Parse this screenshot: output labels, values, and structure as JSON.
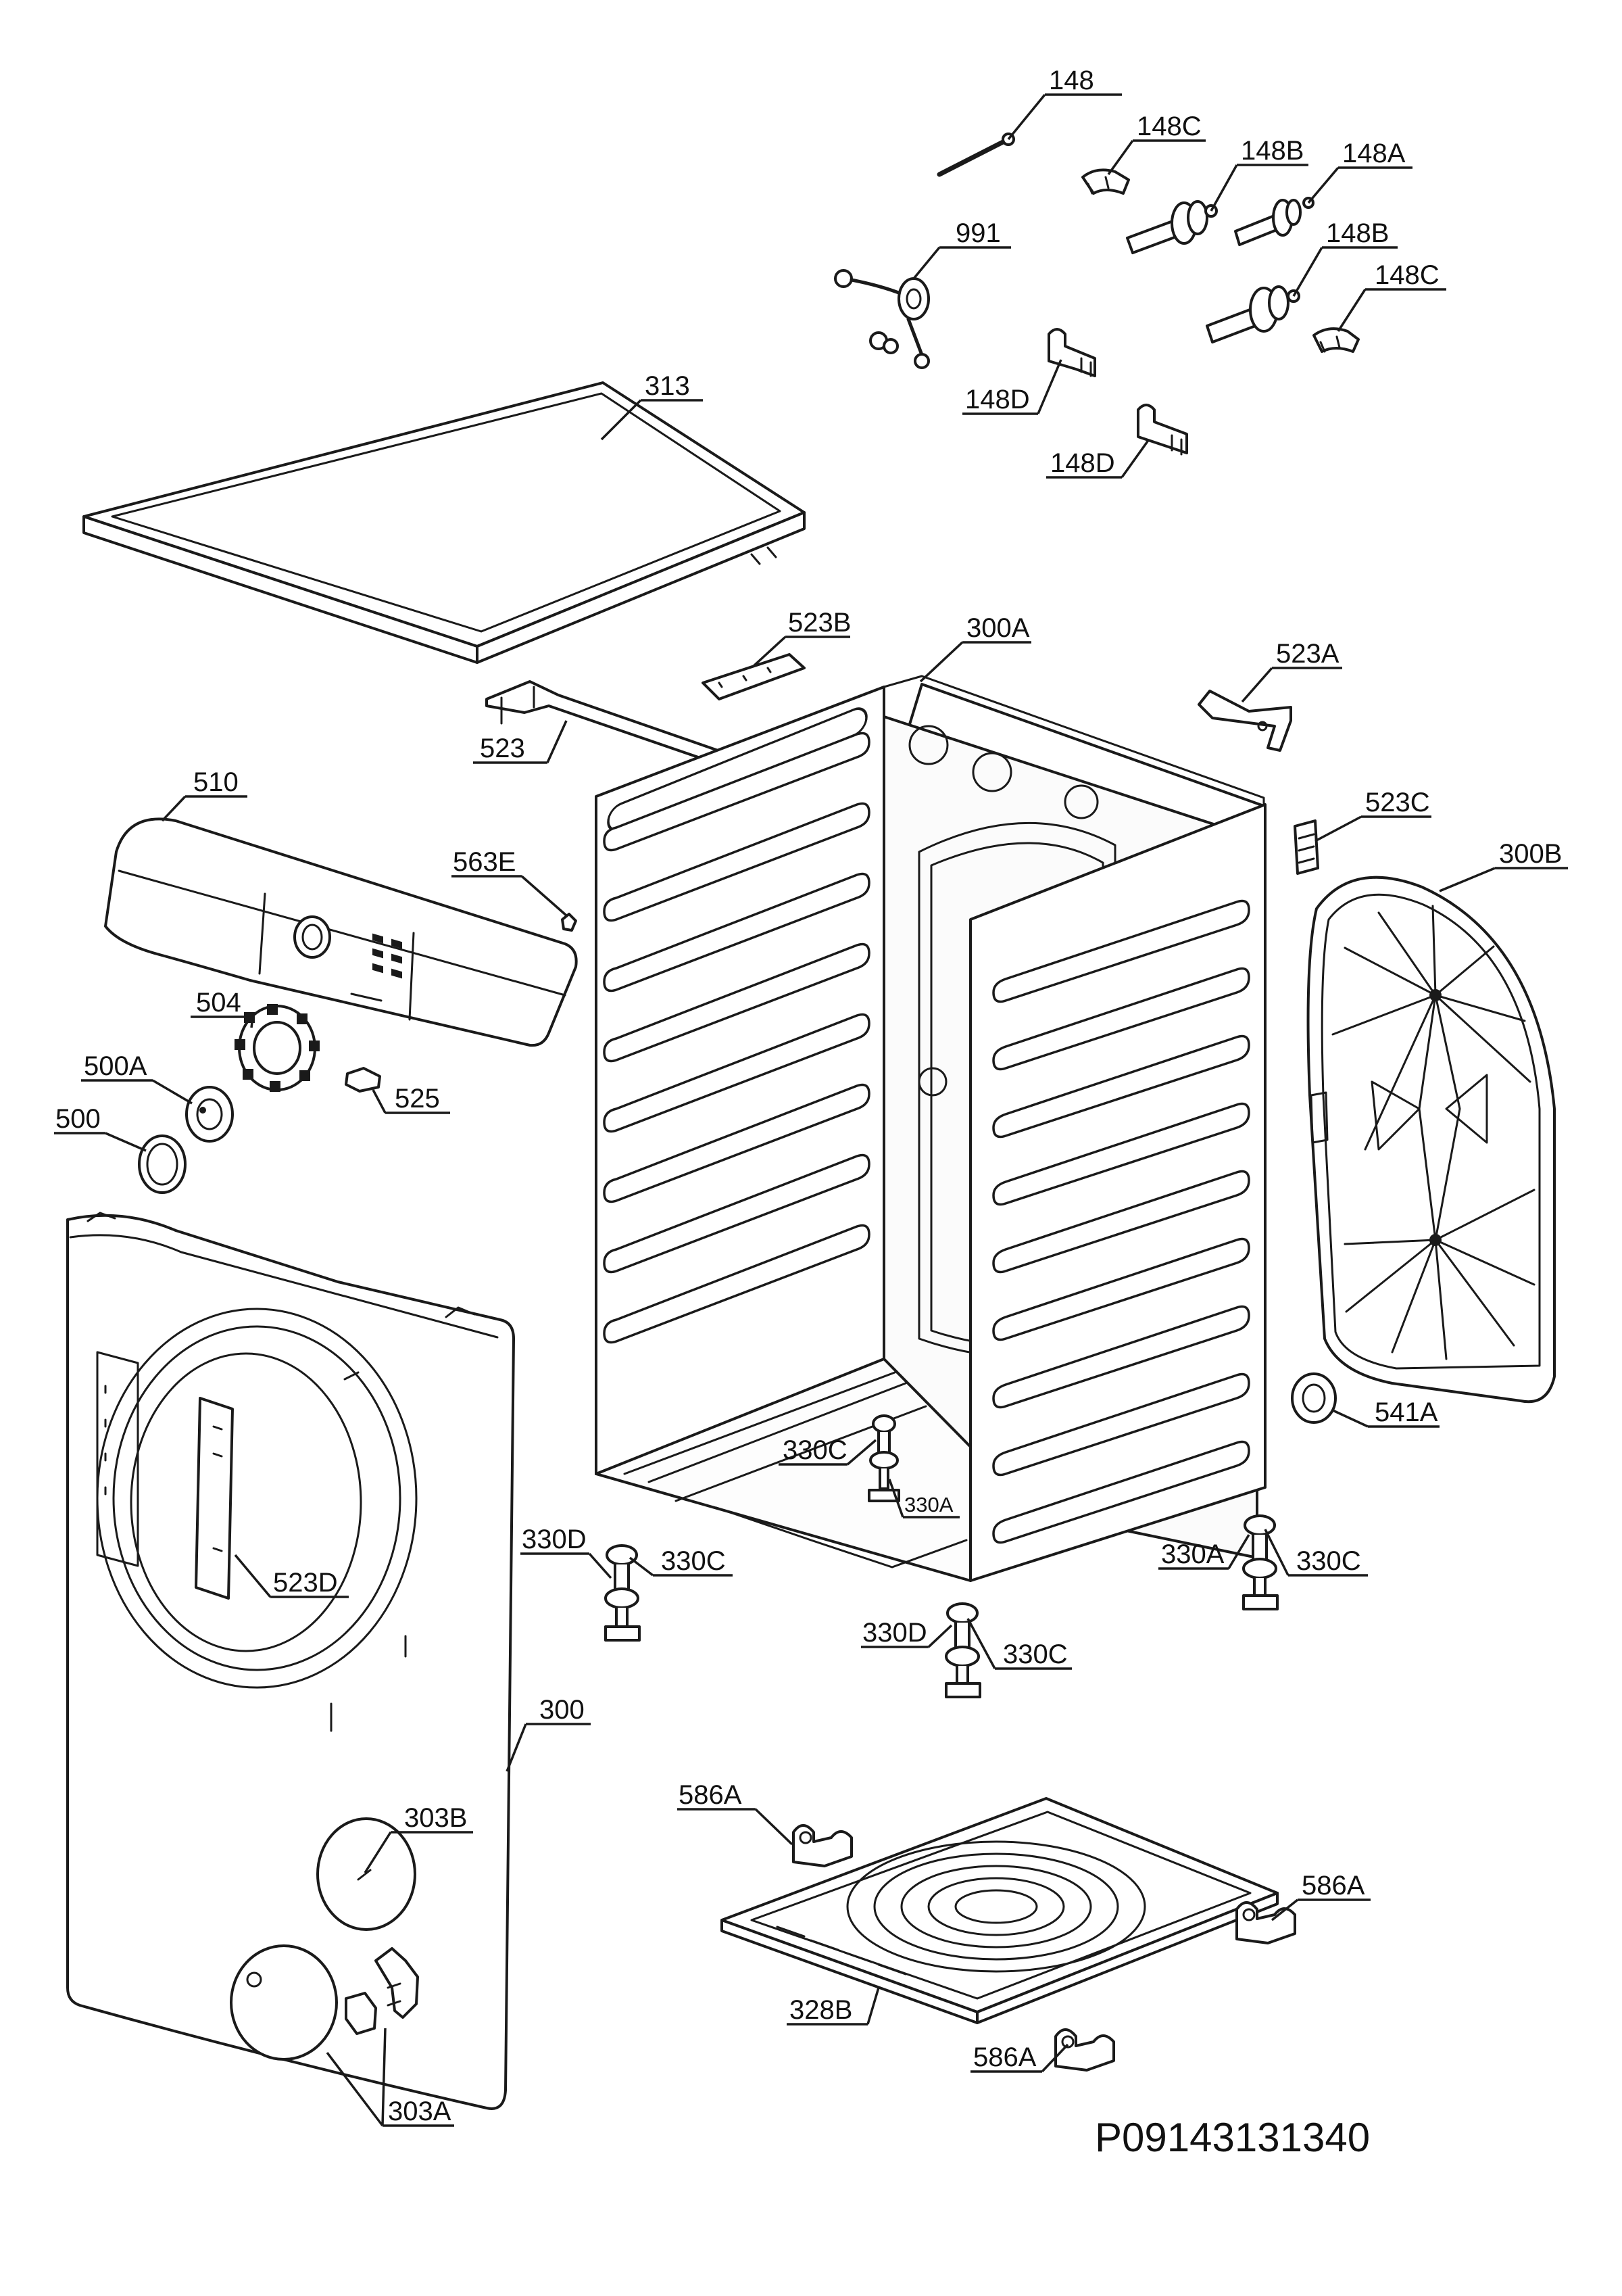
{
  "drawing_code": "P09143131340",
  "labels": {
    "l148": "148",
    "l148c_top": "148C",
    "l148b_top": "148B",
    "l148a": "148A",
    "l991": "991",
    "l148b_mid": "148B",
    "l148c_mid": "148C",
    "l148d_1": "148D",
    "l148d_2": "148D",
    "l313": "313",
    "l523b": "523B",
    "l300a": "300A",
    "l523a": "523A",
    "l523": "523",
    "l510": "510",
    "l563e": "563E",
    "l523c": "523C",
    "l300b": "300B",
    "l504": "504",
    "l500a": "500A",
    "l525": "525",
    "l500": "500",
    "l541a": "541A",
    "l330c_a": "330C",
    "l330a_a": "330A",
    "l330d_a": "330D",
    "l330c_b": "330C",
    "l330a_b": "330A",
    "l330c_c": "330C",
    "l330d_b": "330D",
    "l330c_d": "330C",
    "l523d": "523D",
    "l300": "300",
    "l303b": "303B",
    "l586a_1": "586A",
    "l586a_2": "586A",
    "l328b": "328B",
    "l586a_3": "586A",
    "l303a": "303A"
  }
}
